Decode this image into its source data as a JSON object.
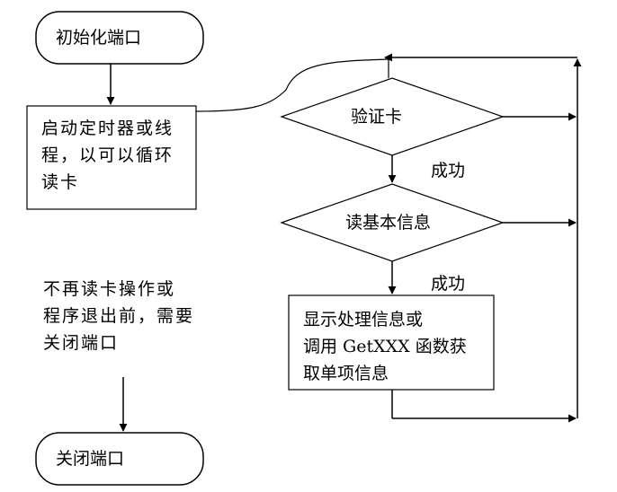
{
  "nodes": {
    "init_port": "初始化端口",
    "start_timer": "启动定时器或线\n程，以可以循环\n读卡",
    "verify_card": "验证卡",
    "read_basic": "读基本信息",
    "display_info": "显示处理信息或\n调用 GetXXX 函数获\n取单项信息",
    "close_port": "关闭端口"
  },
  "labels": {
    "success_1": "成功",
    "success_2": "成功",
    "note_before_close": "不再读卡操作或\n程序退出前，需要\n关闭端口"
  }
}
